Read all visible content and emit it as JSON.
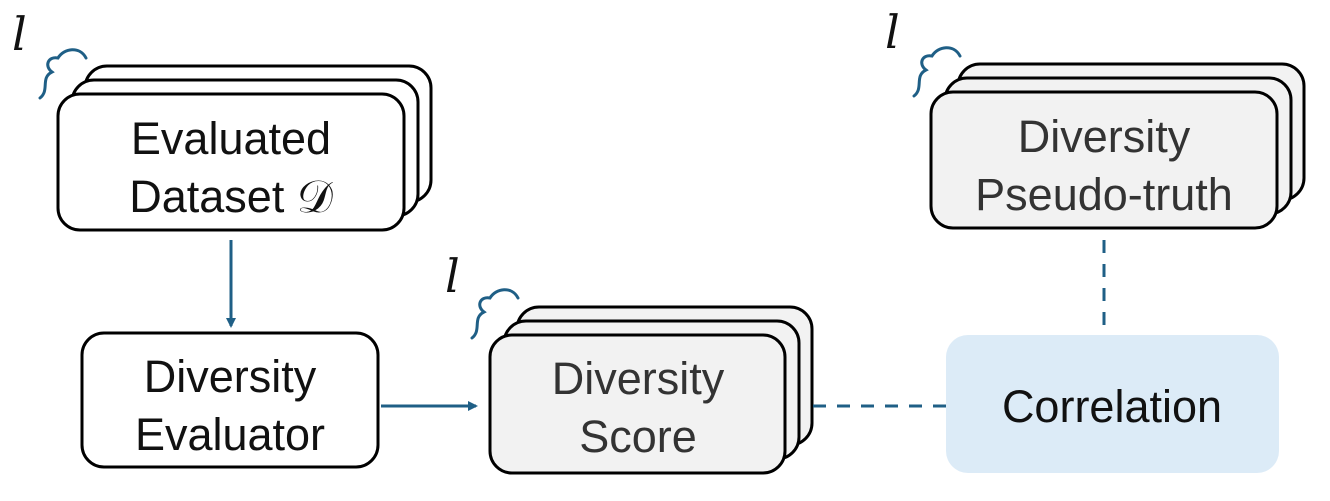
{
  "colors": {
    "arrow": "#1f5f86",
    "brace": "#1f5f86",
    "box_border": "#000000",
    "box_fill_white": "#ffffff",
    "box_fill_gray": "#f2f2f2",
    "correlation_fill": "#dcebf7"
  },
  "nodes": {
    "evaluated_dataset": {
      "line1": "Evaluated",
      "line2": "Dataset 𝒟"
    },
    "diversity_evaluator": {
      "line1": "Diversity",
      "line2": "Evaluator"
    },
    "diversity_score": {
      "line1": "Diversity",
      "line2": "Score"
    },
    "diversity_pseudo_truth": {
      "line1": "Diversity",
      "line2": "Pseudo-truth"
    },
    "correlation": {
      "label": "Correlation"
    }
  },
  "stack_label": "l",
  "edges": [
    {
      "from": "evaluated_dataset",
      "to": "diversity_evaluator",
      "style": "solid-arrow"
    },
    {
      "from": "diversity_evaluator",
      "to": "diversity_score",
      "style": "solid-arrow"
    },
    {
      "from": "diversity_score",
      "to": "correlation",
      "style": "dashed"
    },
    {
      "from": "diversity_pseudo_truth",
      "to": "correlation",
      "style": "dashed"
    }
  ]
}
